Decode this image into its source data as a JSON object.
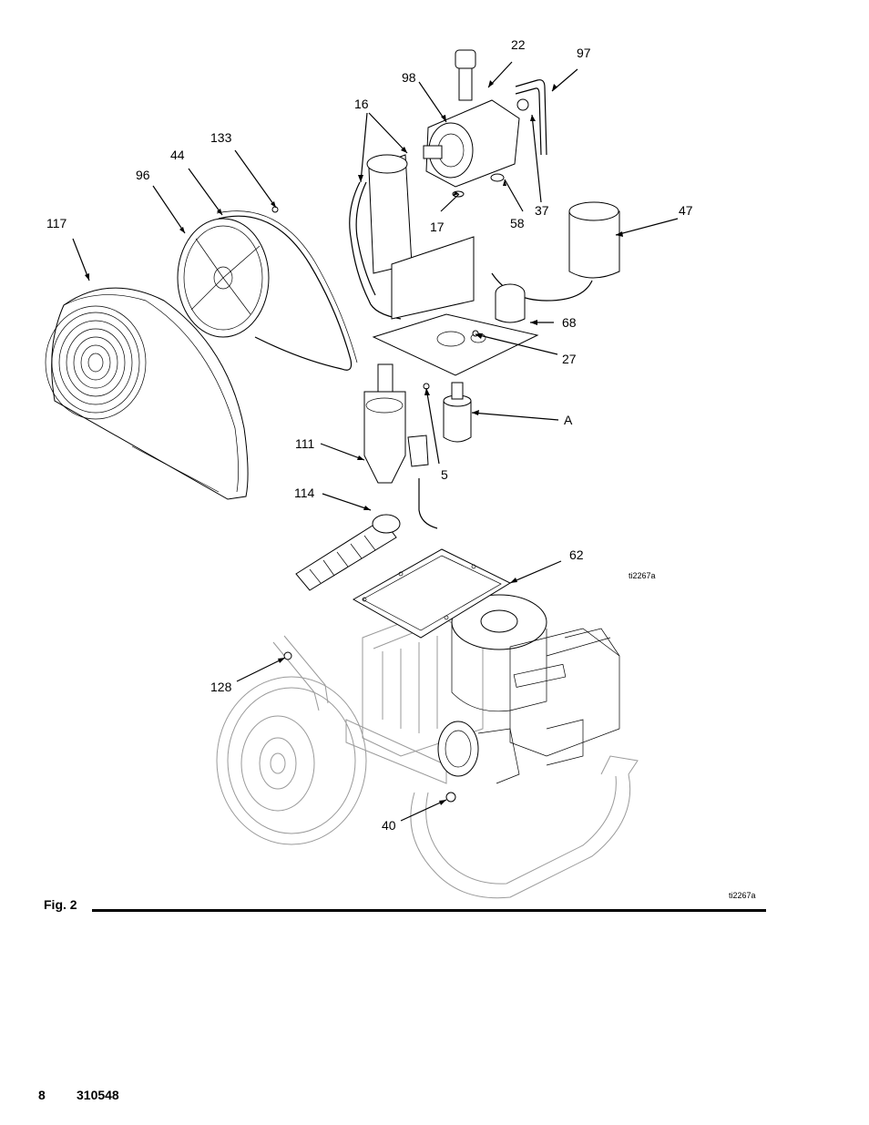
{
  "figure": {
    "caption": "Fig. 2",
    "image_refs": [
      "ti2267a",
      "ti2267a"
    ],
    "callouts": [
      {
        "label": "22"
      },
      {
        "label": "97"
      },
      {
        "label": "98"
      },
      {
        "label": "16"
      },
      {
        "label": "133"
      },
      {
        "label": "44"
      },
      {
        "label": "96"
      },
      {
        "label": "117"
      },
      {
        "label": "17"
      },
      {
        "label": "58"
      },
      {
        "label": "37"
      },
      {
        "label": "47"
      },
      {
        "label": "68"
      },
      {
        "label": "27"
      },
      {
        "label": "A"
      },
      {
        "label": "111"
      },
      {
        "label": "5"
      },
      {
        "label": "114"
      },
      {
        "label": "62"
      },
      {
        "label": "128"
      },
      {
        "label": "40"
      }
    ]
  },
  "footer": {
    "page_number": "8",
    "document_number": "310548"
  }
}
